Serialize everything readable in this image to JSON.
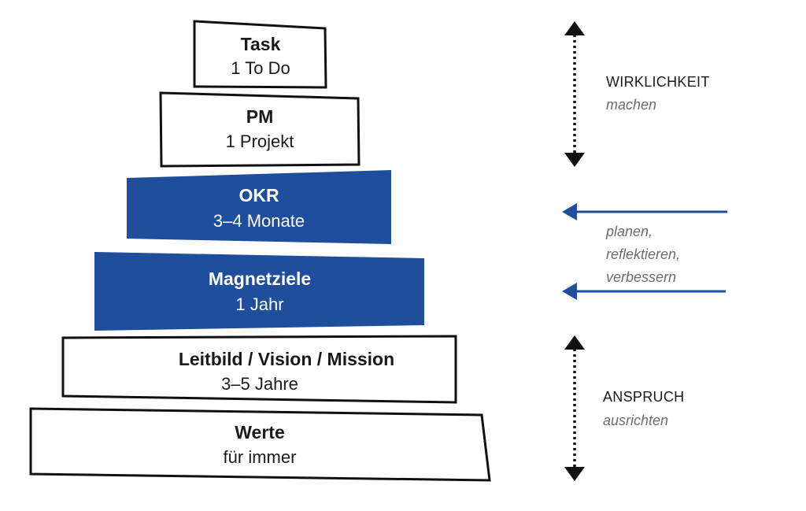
{
  "levels": [
    {
      "title": "Task",
      "subtitle": "1 To Do",
      "style": "outline"
    },
    {
      "title": "PM",
      "subtitle": "1 Projekt",
      "style": "outline"
    },
    {
      "title": "OKR",
      "subtitle": "3–4 Monate",
      "style": "filled"
    },
    {
      "title": "Magnetziele",
      "subtitle": "1 Jahr",
      "style": "filled"
    },
    {
      "title": "Leitbild / Vision / Mission",
      "subtitle": "3–5 Jahre",
      "style": "outline"
    },
    {
      "title": "Werte",
      "subtitle": "für immer",
      "style": "outline"
    }
  ],
  "side": {
    "top": {
      "label": "WIRKLICHKEIT",
      "verb": "machen"
    },
    "middle": {
      "lines": [
        "planen,",
        "reflektieren,",
        "verbessern"
      ]
    },
    "bottom": {
      "label": "ANSPRUCH",
      "verb": "ausrichten"
    }
  },
  "colors": {
    "accent": "#1f4e9c",
    "outline": "#111111",
    "text_dark": "#1a1a1a",
    "text_light": "#ffffff",
    "verb_gray": "#6b6b6b"
  }
}
